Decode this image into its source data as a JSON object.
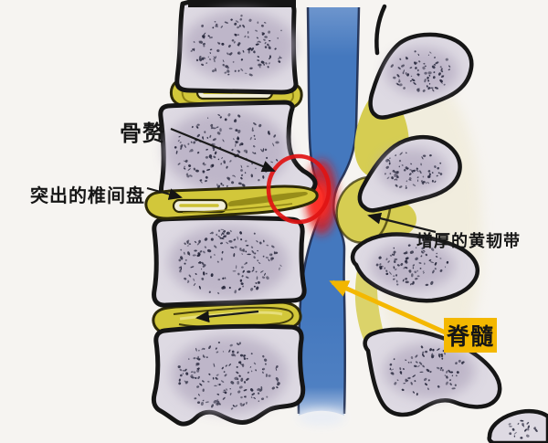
{
  "figure": {
    "labels": {
      "osteophyte": "骨赘",
      "herniated_disc": "突出的椎间盘",
      "ligamentum_flavum": "增厚的黄韧带",
      "spinal_cord": "脊髓"
    },
    "colors": {
      "background": "#f6f4f1",
      "bone_fill": "#dedae3",
      "bone_outline": "#151515",
      "disc_yellow": "#d2c73a",
      "ligament_yellow": "#d6cd52",
      "canal_blue": "#4478be",
      "highlight_red": "#e01414",
      "label_box_orange": "#f4b800",
      "label_text": "#161616"
    }
  }
}
